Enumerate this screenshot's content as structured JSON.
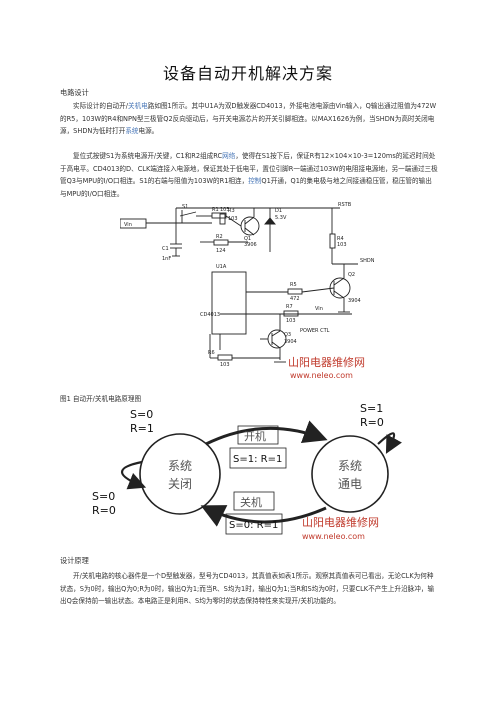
{
  "title": "设备自动开机解决方案",
  "sections": {
    "analysis_heading": "电路设计",
    "design_heading": "设计原理"
  },
  "paragraphs": {
    "p1_a": "实际设计的自动开/",
    "p1_link1": "关机电",
    "p1_b": "路如图1所示。其中U1A为双D触发器CD4013，外接电池电源由Vin输入，Q输出通过阻值为472W的R5，103W的R4和NPN型三极管Q2反向驱动后，与开关电源芯片的开关引脚相连。以MAX1626为例，当SHDN为高时关闭电源，SHDN为低时打开",
    "p1_link2": "系统",
    "p1_c": "电源。",
    "p2_a": "复位式按键S1为系统电源开/关键，C1和R2组成RC",
    "p2_link1": "网络",
    "p2_b": "，使得在S1按下后，保证R有12×104×10-3=120ms的延迟时间处于高电平。CD4013的D、CLK端连接入电源地，保证其处于低电平，置位引脚R一端通过103W的电阻接电源地，另一端通过三极管Q3与MPU的I/O口相连。S1的右端与阻值为103W的R1相连，",
    "p2_link2": "控制",
    "p2_c": "Q1开通，Q1的集电极与地之间接通稳压管，稳压管的输出与MPU的I/O口相连。",
    "p3": "开/关机电路的核心器件是一个D型触发器，型号为CD4013，其真值表如表1所示。观察其真值表可已看出，无论CLK为何种状态，S为0时，输出Q为0;R为0时，输出Q为1;而当R、S均为1时，输出Q为1;当R和S均为0时，只要CLK不产生上升沿脉冲，输出Q会保持前一输出状态。本电路正是利用R、S均为零时的状态保持特性来实现开/关机功能的。"
  },
  "figure1": {
    "caption": "图1 自动开/关机电路原理图",
    "labels": {
      "vin": "Vin",
      "r3": "R3",
      "r3v": "103",
      "q1": "Q1",
      "q1v": "3906",
      "d1": "D1",
      "d1v": "5.3V",
      "s1": "S1",
      "r1": "R1",
      "r1v": "103",
      "r4": "R4",
      "r4v": "103",
      "q2": "Q2",
      "q2v": "3904",
      "c1": "C1",
      "c1v": "1nF",
      "r2": "R2",
      "r2v": "124",
      "u1a": "U1A",
      "cd4013": "CD4013",
      "r5": "R5",
      "r5v": "472",
      "r7": "R7",
      "r7v": "103",
      "q3": "Q3",
      "q3v": "3904",
      "r6": "R6",
      "r6v": "103",
      "shdn": "SHDN",
      "rstb": "RSTB",
      "powerctl": "POWER CTL",
      "vin2": "Vin"
    },
    "watermark_cn": "山阳电器维修网",
    "watermark_url": "www.neleo.com"
  },
  "figure2": {
    "left_state": {
      "s": "S=0",
      "r": "R=1",
      "line1": "系统",
      "line2": "关闭"
    },
    "left_low": {
      "s": "S=0",
      "r": "R=0"
    },
    "right_state": {
      "s": "S=1",
      "r": "R=0",
      "line1": "系统",
      "line2": "通电"
    },
    "power_on": {
      "label": "开机",
      "cond": "S=1: R=1"
    },
    "power_off": {
      "label": "关机",
      "cond": "S=0: R=1"
    },
    "watermark_cn": "山阳电器维修网",
    "watermark_url": "www.neleo.com"
  },
  "colors": {
    "link": "#4a78b8",
    "watermark": "#c0392b"
  }
}
